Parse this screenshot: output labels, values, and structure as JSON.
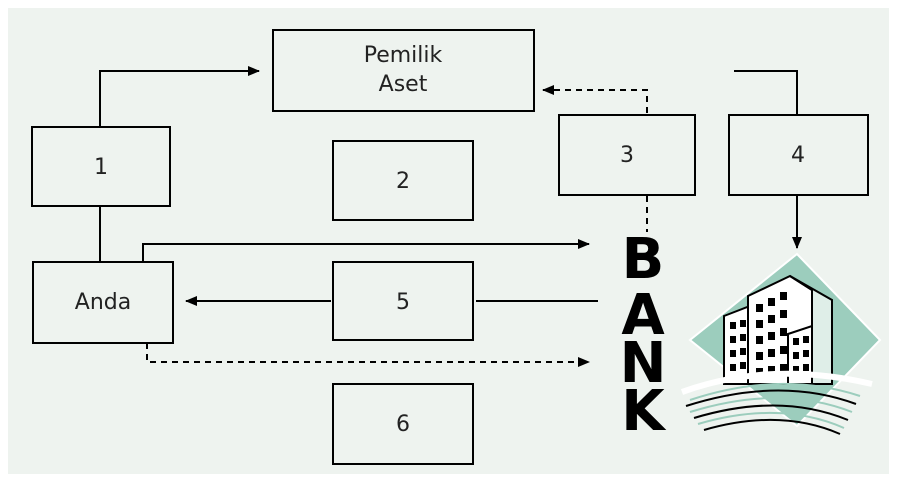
{
  "diagram": {
    "nodes": {
      "pemilik": {
        "line1": "Pemilik",
        "line2": "Aset"
      },
      "box1": {
        "label": "1"
      },
      "box2": {
        "label": "2"
      },
      "box3": {
        "label": "3"
      },
      "box4": {
        "label": "4"
      },
      "anda": {
        "label": "Anda"
      },
      "box5": {
        "label": "5"
      },
      "box6": {
        "label": "6"
      }
    },
    "bank_letters": [
      "B",
      "A",
      "N",
      "K"
    ],
    "colors": {
      "background": "#eef3ef",
      "outer_frame": "#ffffff",
      "box_fill": "#eef3ef",
      "stroke": "#000000",
      "building_teal": "#9ccdbd"
    },
    "icons": {
      "bank_building": "office-building-icon"
    }
  }
}
